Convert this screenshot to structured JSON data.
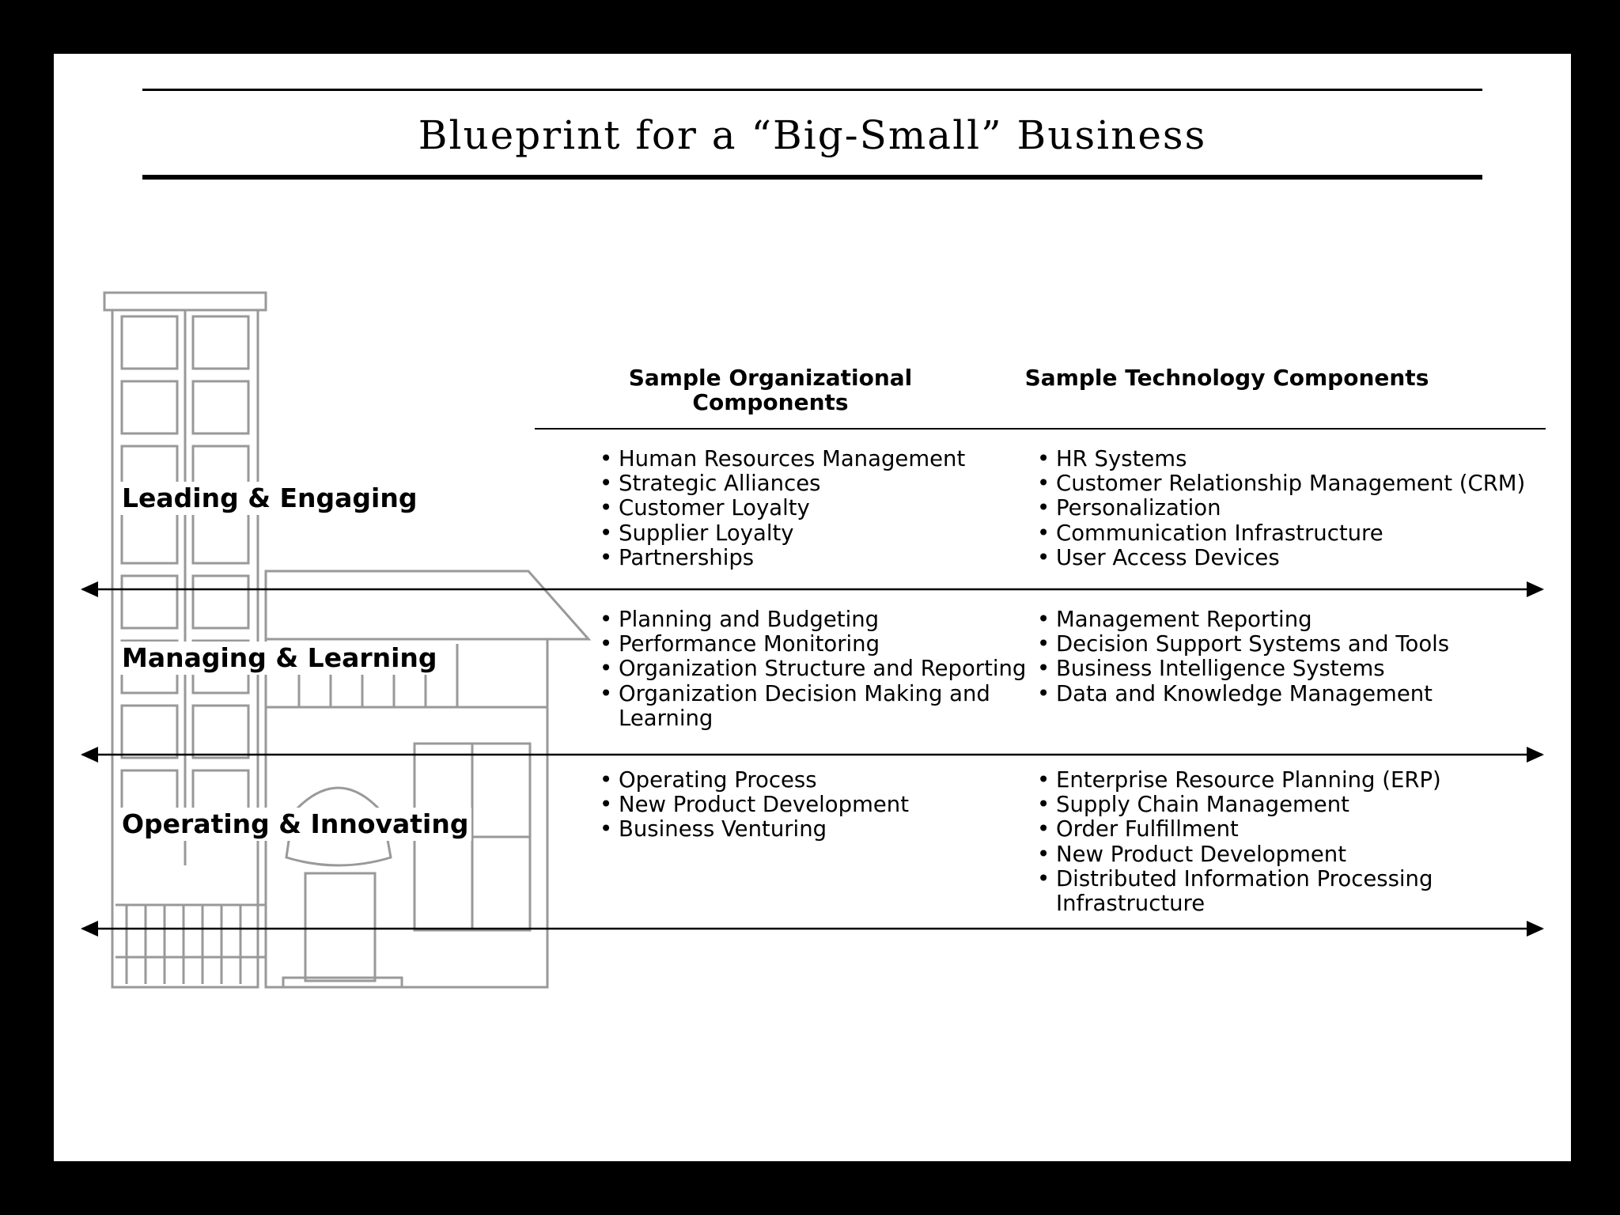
{
  "title": "Blueprint for a “Big-Small” Business",
  "columns": {
    "org_header": "Sample Organizational Components",
    "tech_header": "Sample Technology Components"
  },
  "rows": [
    {
      "label": "Leading & Engaging",
      "org": [
        "Human Resources Management",
        "Strategic Alliances",
        "Customer Loyalty",
        "Supplier Loyalty",
        "Partnerships"
      ],
      "tech": [
        "HR Systems",
        "Customer Relationship Management (CRM)",
        "Personalization",
        "Communication Infrastructure",
        "User Access Devices"
      ]
    },
    {
      "label": "Managing & Learning",
      "org": [
        "Planning and Budgeting",
        "Performance Monitoring",
        "Organization Structure and Reporting",
        "Organization Decision Making and Learning"
      ],
      "tech": [
        "Management Reporting",
        "Decision Support Systems and Tools",
        "Business Intelligence Systems",
        "Data and Knowledge Management"
      ]
    },
    {
      "label": "Operating & Innovating",
      "org": [
        "Operating Process",
        "New Product Development",
        "Business Venturing"
      ],
      "tech": [
        "Enterprise Resource Planning (ERP)",
        "Supply Chain Management",
        "Order Fulfillment",
        "New Product Development",
        "Distributed Information Processing Infrastructure"
      ]
    }
  ]
}
